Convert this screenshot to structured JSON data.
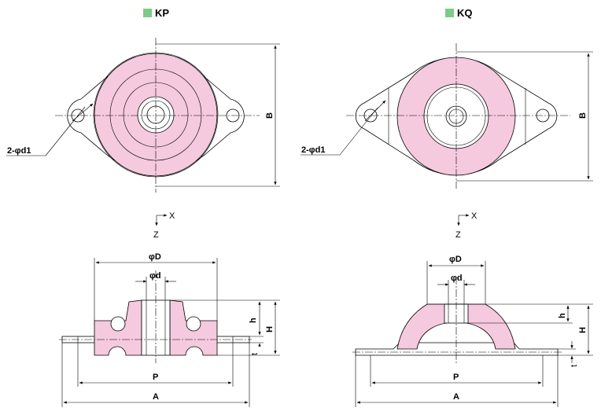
{
  "colors": {
    "rubber": "#f5c9de",
    "marker": "#7dcb86",
    "line": "#000000"
  },
  "kp": {
    "title": "KP",
    "holes_label": "2-φd1",
    "b_label": "B",
    "axis_x": "X",
    "axis_z": "Z",
    "D_label": "φD",
    "d_label": "φd",
    "h_label": "h",
    "H_label": "H",
    "t_label": "t",
    "P_label": "P",
    "A_label": "A"
  },
  "kq": {
    "title": "KQ",
    "holes_label": "2-φd1",
    "b_label": "B",
    "axis_x": "X",
    "axis_z": "Z",
    "D_label": "φD",
    "d_label": "φd",
    "h_label": "h",
    "H_label": "H",
    "t_label": "t",
    "P_label": "P",
    "A_label": "A"
  }
}
